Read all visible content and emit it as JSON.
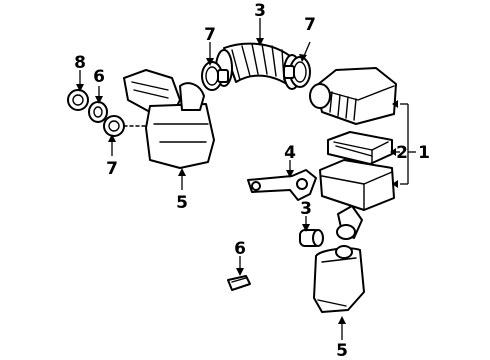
{
  "callouts": {
    "c1": "1",
    "c2": "2",
    "c3_top": "3",
    "c3_mid": "3",
    "c4": "4",
    "c5_left": "5",
    "c5_bottom": "5",
    "c6_left": "6",
    "c6_bottom": "6",
    "c7_left": "7",
    "c7_top_left": "7",
    "c7_top_right": "7",
    "c8": "8"
  }
}
